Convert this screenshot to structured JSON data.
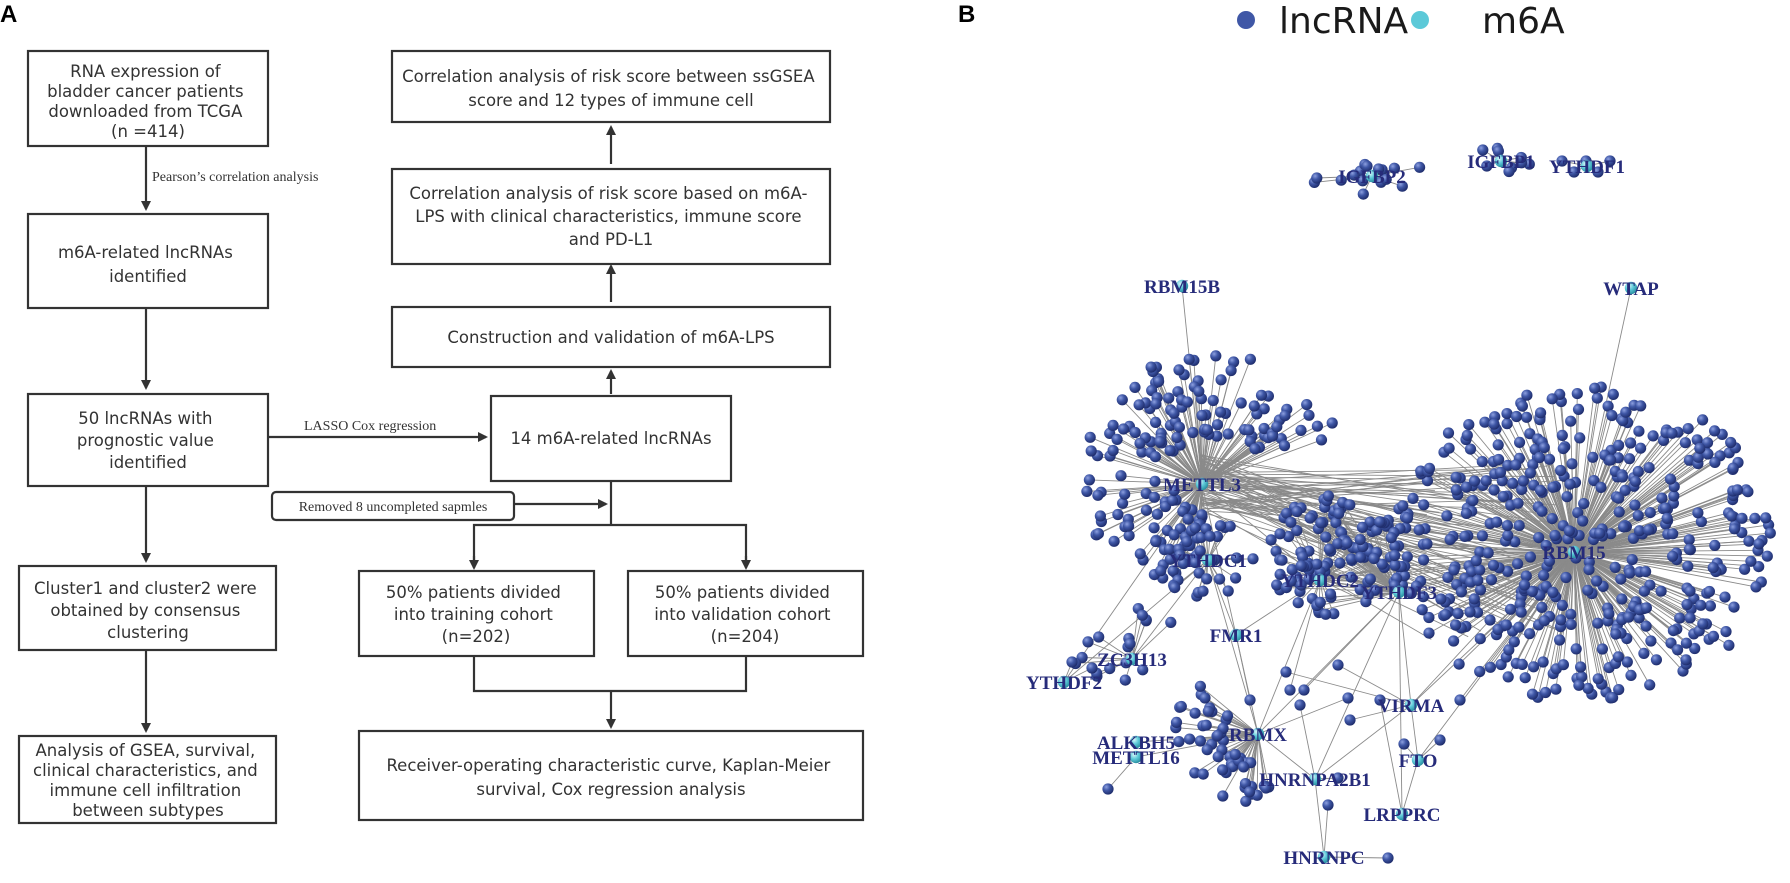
{
  "panel_a": {
    "letter": "A",
    "boxes": {
      "rna": [
        "RNA expression of",
        "bladder cancer patients",
        "downloaded from TCGA",
        "(n =414)"
      ],
      "m6a_lnc": [
        "m6A-related lncRNAs",
        "identified"
      ],
      "prog50": [
        "50 lncRNAs with",
        "prognostic value",
        "identified"
      ],
      "cluster": [
        "Cluster1 and cluster2 were",
        "obtained by consensus",
        "clustering"
      ],
      "gsea": [
        "Analysis of GSEA, survival,",
        "clinical characteristics, and",
        "immune cell infiltration",
        "between subtypes"
      ],
      "ssgsea": [
        "Correlation analysis of risk score between ssGSEA",
        "score and 12 types of immune cell"
      ],
      "clinical": [
        "Correlation analysis of risk score based on m6A-",
        "LPS with clinical characteristics, immune score",
        "and PD-L1"
      ],
      "construct": [
        "Construction and validation of m6A-LPS"
      ],
      "lnc14": [
        "14 m6A-related lncRNAs"
      ],
      "removed": [
        "Removed 8 uncompleted sapmles"
      ],
      "training": [
        "50% patients divided",
        "into training cohort",
        "(n=202)"
      ],
      "validation": [
        "50% patients divided",
        "into validation cohort",
        "(n=204)"
      ],
      "roc": [
        "Receiver-operating characteristic curve, Kaplan-Meier",
        "survival, Cox regression analysis"
      ]
    },
    "edge_labels": {
      "pearson": "Pearson’s correlation analysis",
      "lasso": "LASSO Cox regression"
    }
  },
  "panel_b": {
    "letter": "B",
    "legend": [
      {
        "label": "lncRNA",
        "color": "#3f57a6"
      },
      {
        "label": "m6A",
        "color": "#5cc9d8"
      }
    ],
    "m6a_genes": [
      "IGFBP2",
      "IGFBP1",
      "YTHDF1",
      "RBM15B",
      "WTAP",
      "METTL3",
      "RBM15",
      "YTHDF3",
      "YTHDC2",
      "YTHDC1",
      "FMR1",
      "ZC3H13",
      "YTHDF2",
      "VIRMA",
      "ALKBH5",
      "METTL16",
      "RBMX",
      "HNRNPA2B1",
      "FTO",
      "LRPPRC",
      "HNRNPC"
    ]
  }
}
